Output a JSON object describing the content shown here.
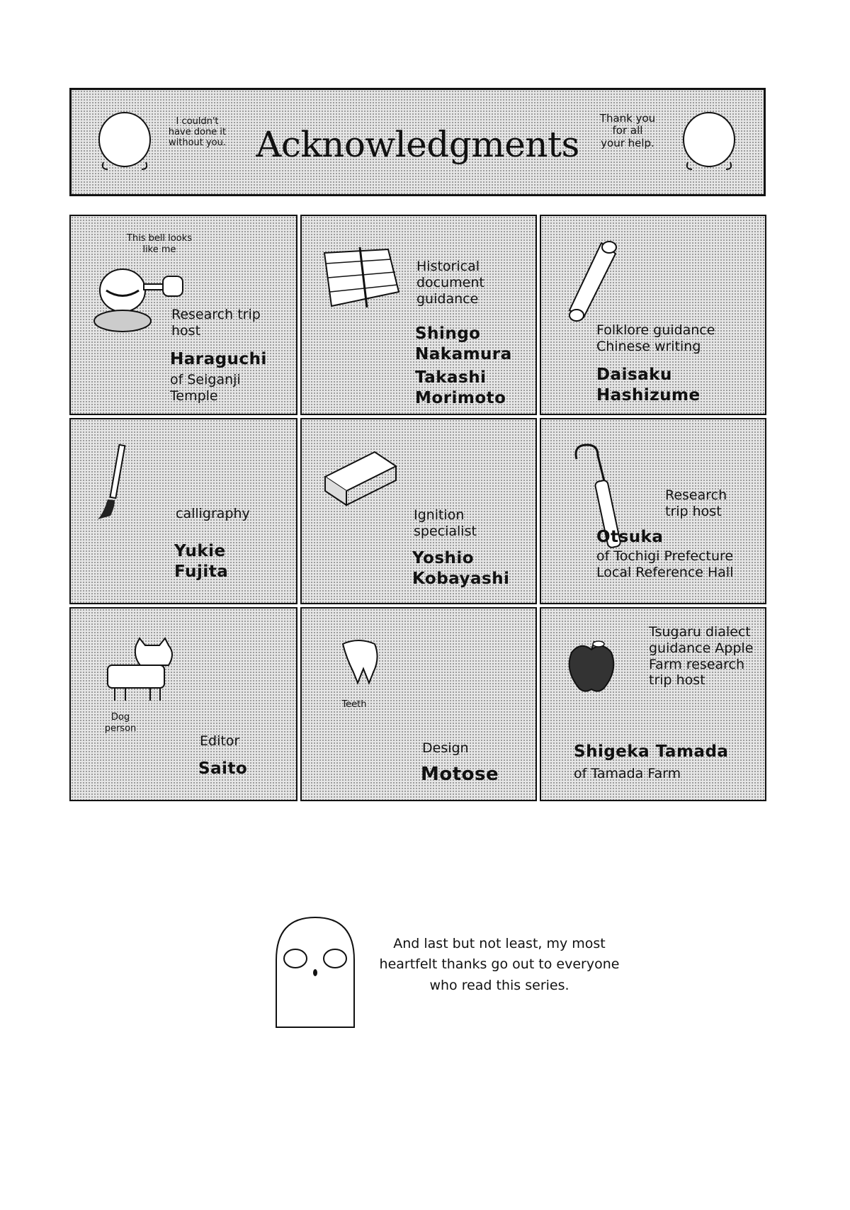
{
  "header": {
    "title": "Acknowledgments",
    "bubble_left": "I couldn't have done it without you.",
    "bubble_right": "Thank you for all your help."
  },
  "panels": [
    {
      "note": "This bell looks like me",
      "label": "Research trip host",
      "name": "Haraguchi",
      "extra": "of Seiganji Temple",
      "icon": "bell-icon"
    },
    {
      "label": "Historical document guidance",
      "name": "Shingo Nakamura",
      "name2": "Takashi Morimoto",
      "icon": "document-bundle-icon"
    },
    {
      "label": "Folklore guidance Chinese writing",
      "name": "Daisaku Hashizume",
      "icon": "scroll-icon"
    },
    {
      "label": "calligraphy",
      "name": "Yukie Fujita",
      "icon": "brush-icon"
    },
    {
      "label": "Ignition specialist",
      "name": "Yoshio Kobayashi",
      "icon": "matchbox-icon"
    },
    {
      "label": "Research trip host",
      "name": "Otsuka",
      "extra": "of Tochigi Prefecture Local Reference Hall",
      "icon": "hook-tool-icon"
    },
    {
      "note": "Dog person",
      "label": "Editor",
      "name": "Saito",
      "icon": "dog-icon"
    },
    {
      "note": "Teeth",
      "label": "Design",
      "name": "Motose",
      "icon": "tooth-icon"
    },
    {
      "label": "Tsugaru dialect guidance Apple Farm research trip host",
      "name": "Shigeka Tamada",
      "extra": "of Tamada Farm",
      "icon": "apple-icon"
    }
  ],
  "closing": {
    "message": "And last but not least, my most heartfelt thanks go out to everyone who read this series.",
    "icon": "ghost-character-icon"
  }
}
